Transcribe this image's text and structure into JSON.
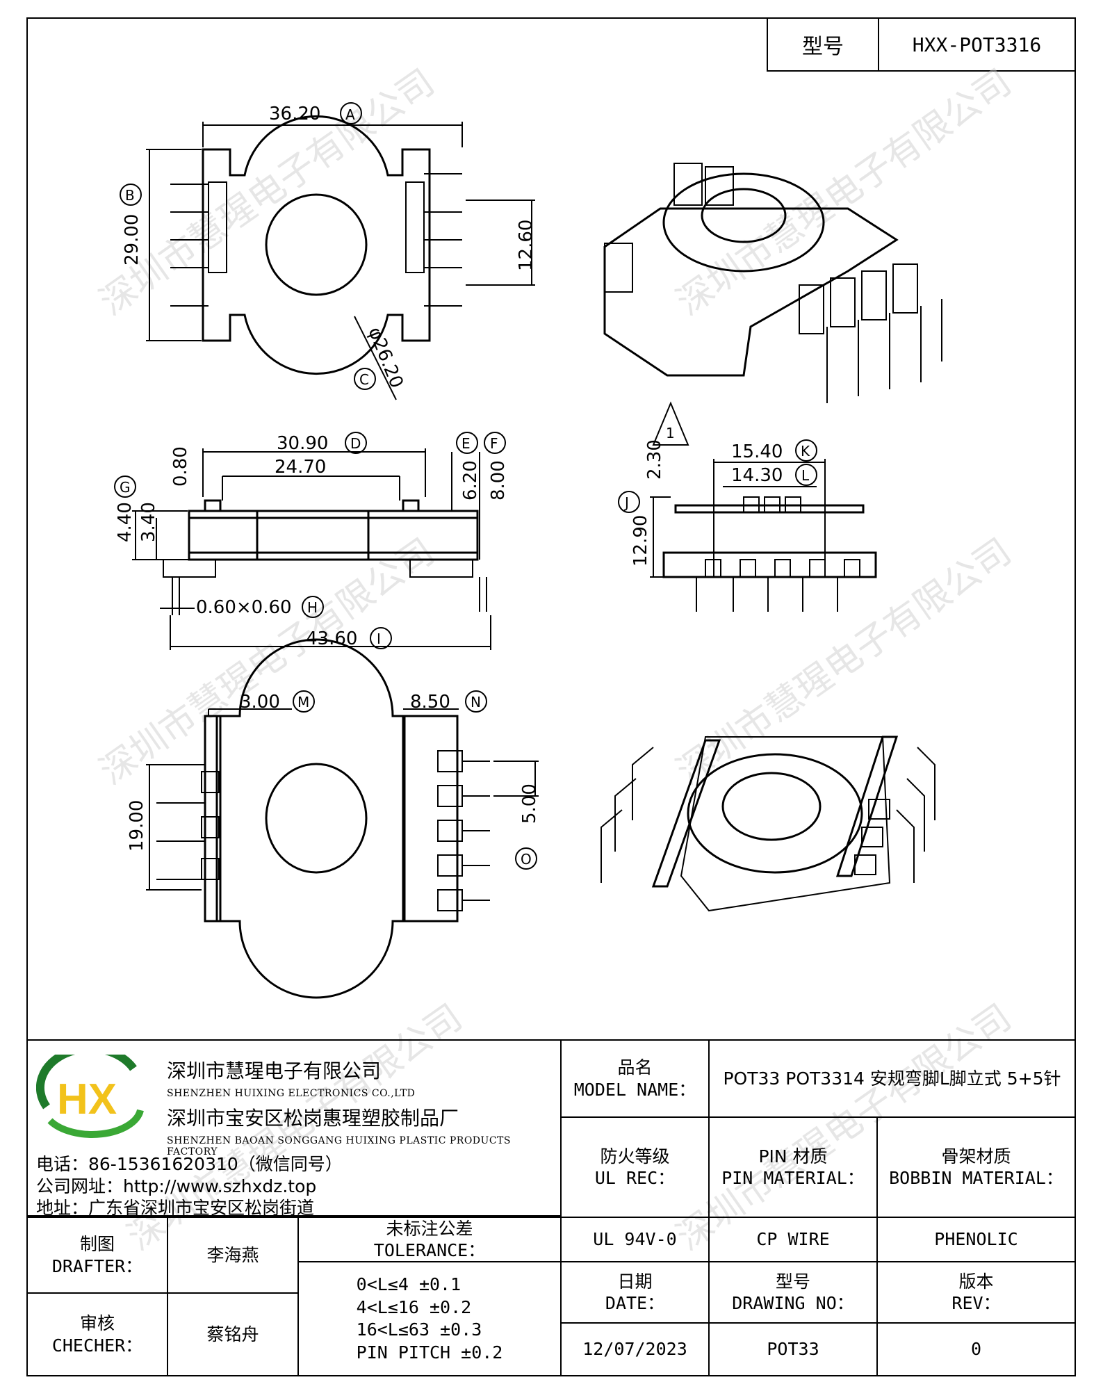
{
  "header": {
    "model_label": "型号",
    "model_value": "HXX-POT3316"
  },
  "dimensions": {
    "top_view": {
      "A": "36.20",
      "A_tag": "A",
      "B": "29.00",
      "B_tag": "B",
      "C": "φ26.20",
      "C_tag": "C",
      "pin_span": "12.60"
    },
    "side_view": {
      "D": "30.90",
      "D_tag": "D",
      "inner": "24.70",
      "E": "6.20",
      "E_tag": "E",
      "F": "8.00",
      "F_tag": "F",
      "G": "4.40",
      "G_tag": "G",
      "g2": "3.40",
      "lip": "0.80",
      "H": "0.60×0.60",
      "H_tag": "H",
      "I": "43.60",
      "I_tag": "I"
    },
    "end_view": {
      "flag": "1",
      "flag_val": "2.30",
      "K": "15.40",
      "K_tag": "K",
      "L": "14.30",
      "L_tag": "L",
      "J": "12.90",
      "J_tag": "J"
    },
    "bottom_view": {
      "M": "3.00",
      "M_tag": "M",
      "N": "8.50",
      "N_tag": "N",
      "height": "19.00",
      "O": "5.00",
      "O_tag": "O"
    }
  },
  "watermark": "深圳市慧瑆电子有限公司",
  "company": {
    "logo_text": "HX",
    "name_cn": "深圳市慧瑆电子有限公司",
    "name_en": "SHENZHEN HUIXING ELECTRONICS CO.,LTD",
    "factory_cn": "深圳市宝安区松岗惠瑆塑胶制品厂",
    "factory_en": "SHENZHEN BAOAN SONGGANG HUIXING PLASTIC PRODUCTS FACTORY",
    "phone": "电话：86-15361620310（微信同号）",
    "website": "公司网址：http://www.szhxdz.top",
    "address": "地址：广东省深圳市宝安区松岗街道"
  },
  "title_block": {
    "model_name_cn": "品名",
    "model_name_en": "MODEL NAME：",
    "model_name_value": "POT33 POT3314 安规弯脚L脚立式 5+5针",
    "fire_cn": "防火等级",
    "fire_en": "UL REC：",
    "pin_mat_cn": "PIN 材质",
    "pin_mat_en": "PIN MATERIAL：",
    "bobbin_cn": "骨架材质",
    "bobbin_en": "BOBBIN MATERIAL：",
    "fire_value": "UL 94V-0",
    "pin_value": "CP WIRE",
    "bobbin_value": "PHENOLIC",
    "drafter_cn": "制图",
    "drafter_en": "DRAFTER：",
    "drafter_name": "李海燕",
    "checker_cn": "审核",
    "checker_en": "CHECHER：",
    "checker_name": "蔡铭舟",
    "tolerance_cn": "未标注公差",
    "tolerance_en": "TOLERANCE：",
    "tolerance_lines": [
      "0<L≤4  ±0.1",
      "4<L≤16 ±0.2",
      "16<L≤63 ±0.3",
      "PIN PITCH ±0.2"
    ],
    "date_cn": "日期",
    "date_en": "DATE：",
    "date_value": "12/07/2023",
    "drawing_cn": "型号",
    "drawing_en": "DRAWING NO：",
    "drawing_value": "POT33",
    "rev_cn": "版本",
    "rev_en": "REV：",
    "rev_value": "0"
  },
  "colors": {
    "logo_green": "#3aa835",
    "logo_yellow": "#f2c21b",
    "logo_dark": "#1e7a2a"
  }
}
